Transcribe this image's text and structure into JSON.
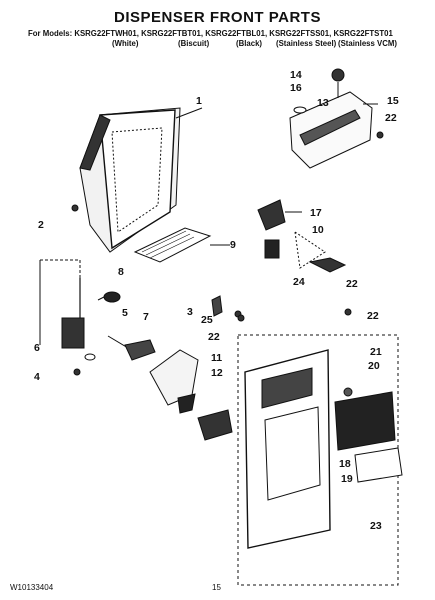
{
  "header": {
    "title": "DISPENSER FRONT PARTS",
    "models_line": "For Models: KSRG22FTWH01, KSRG22FTBT01, KSRG22FTBL01, KSRG22FTSS01, KSRG22FTST01",
    "variants": [
      "(White)",
      "(Biscuit)",
      "(Black)",
      "(Stainless Steel)",
      "(Stainless VCM)"
    ]
  },
  "callouts": [
    "1",
    "2",
    "3",
    "4",
    "5",
    "6",
    "7",
    "8",
    "9",
    "10",
    "11",
    "12",
    "13",
    "14",
    "15",
    "16",
    "17",
    "18",
    "19",
    "20",
    "21",
    "22",
    "22",
    "22",
    "22",
    "23",
    "24",
    "25"
  ],
  "footer": {
    "doc_number": "W10133404",
    "page_number": "15"
  }
}
